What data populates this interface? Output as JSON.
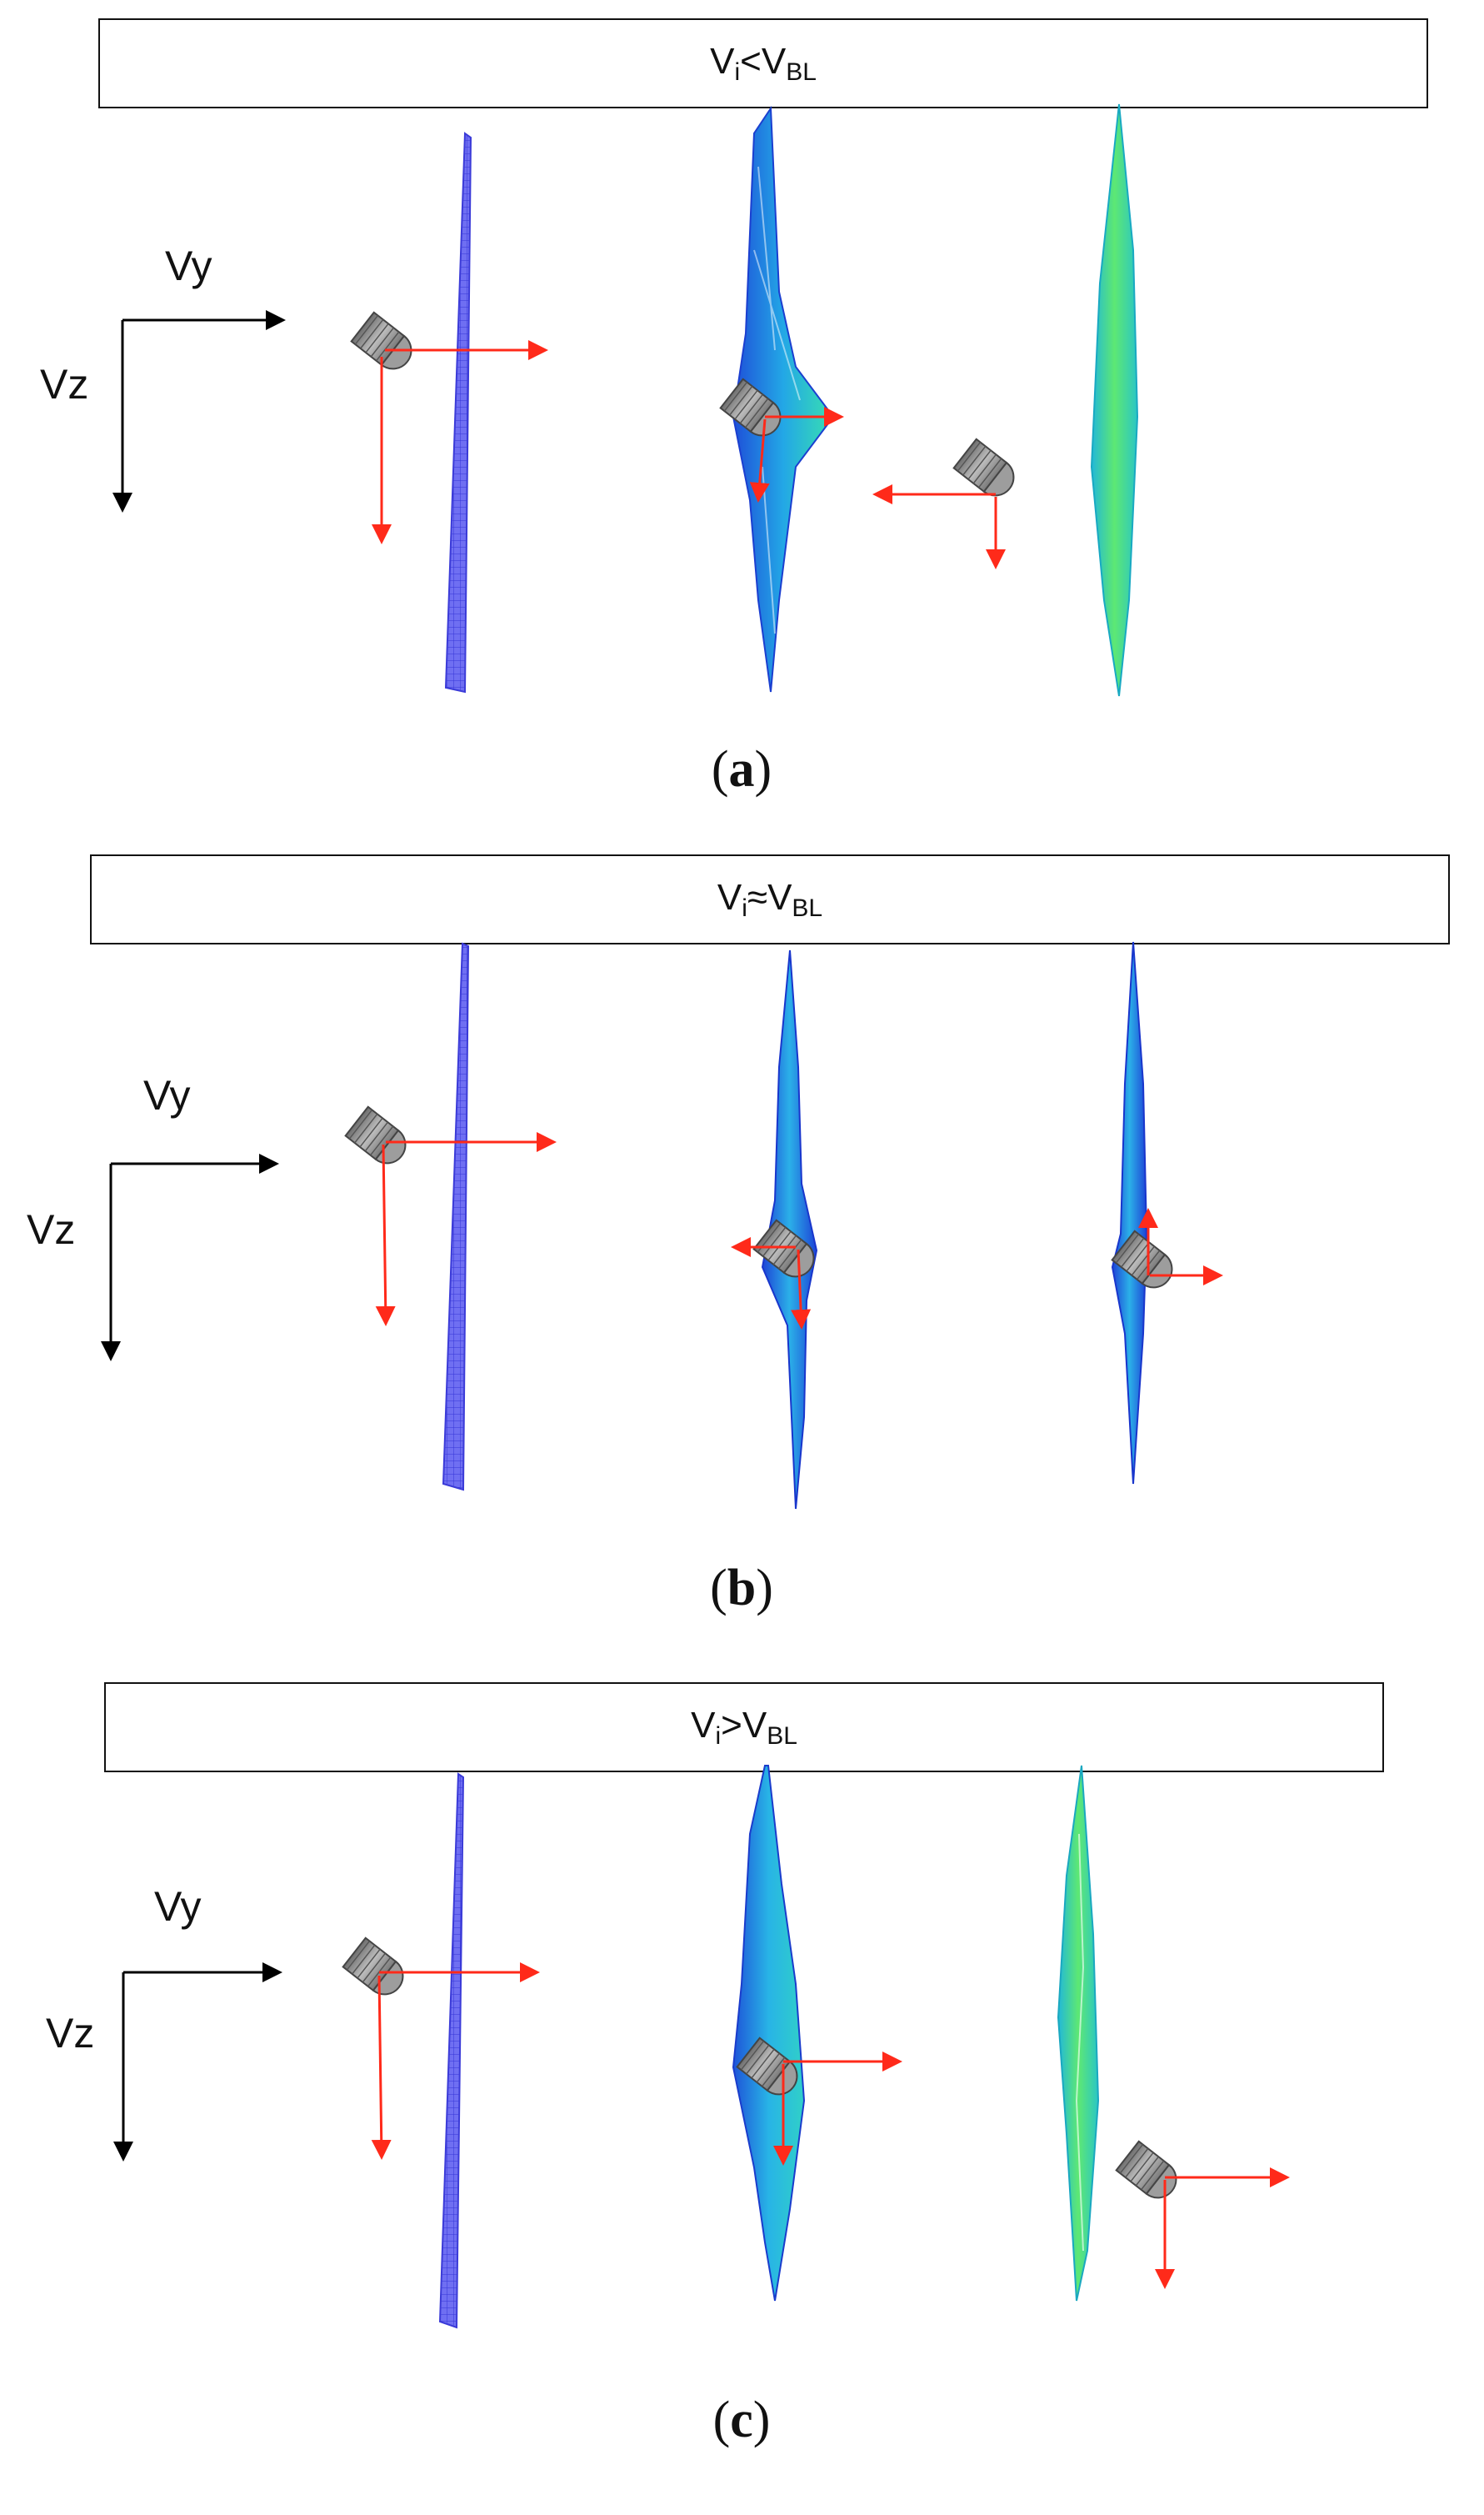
{
  "panels": [
    {
      "id": "a",
      "title": {
        "v": "V",
        "sub1": "i",
        "rel": "<",
        "v2": "V",
        "sub2": "BL"
      },
      "caption": "a",
      "axis": {
        "horizontal": "Vy",
        "vertical": "Vz"
      }
    },
    {
      "id": "b",
      "title": {
        "v": "V",
        "sub1": "i",
        "rel": "≈",
        "v2": "V",
        "sub2": "BL"
      },
      "caption": "b",
      "axis": {
        "horizontal": "Vy",
        "vertical": "Vz"
      }
    },
    {
      "id": "c",
      "title": {
        "v": "V",
        "sub1": "i",
        "rel": ">",
        "v2": "V",
        "sub2": "BL"
      },
      "caption": "c",
      "axis": {
        "horizontal": "Vy",
        "vertical": "Vz"
      }
    }
  ],
  "colors": {
    "velocity_arrow": "#ff2a1a",
    "axis_arrow": "#000000",
    "plate_undeformed": "#4d4df0",
    "plate_deformed_blue": "#1e6fe0",
    "plate_deformed_green": "#3ee08a",
    "projectile": "#8a8a8a"
  }
}
